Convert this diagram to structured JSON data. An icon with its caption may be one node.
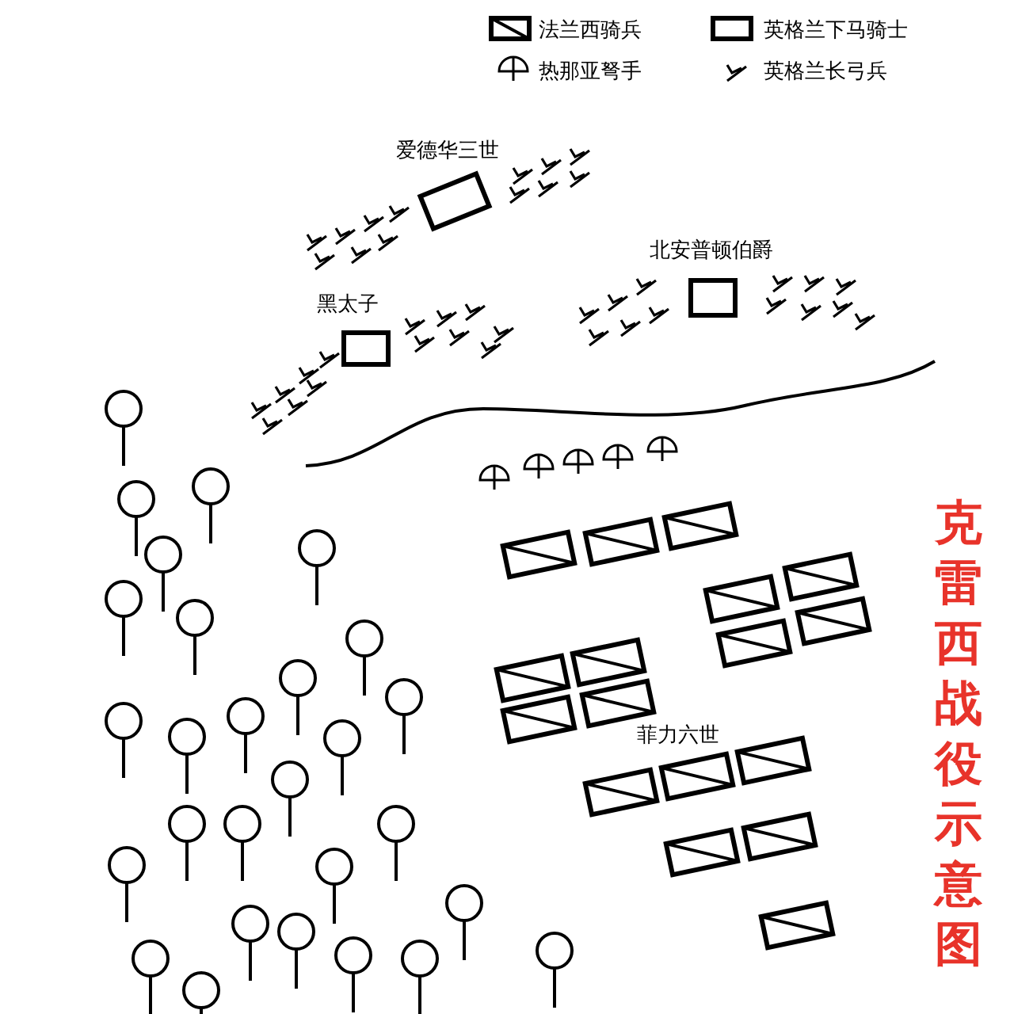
{
  "diagram": {
    "title": "克雷西战役示意图",
    "labels": [
      "爱德华三世",
      "北安普顿伯爵",
      "黑太子",
      "菲力六世"
    ],
    "legend": [
      {
        "text": "法兰西骑兵"
      },
      {
        "text": "英格兰下马骑士"
      },
      {
        "text": "热那亚弩手"
      },
      {
        "text": "英格兰长弓兵"
      }
    ]
  }
}
